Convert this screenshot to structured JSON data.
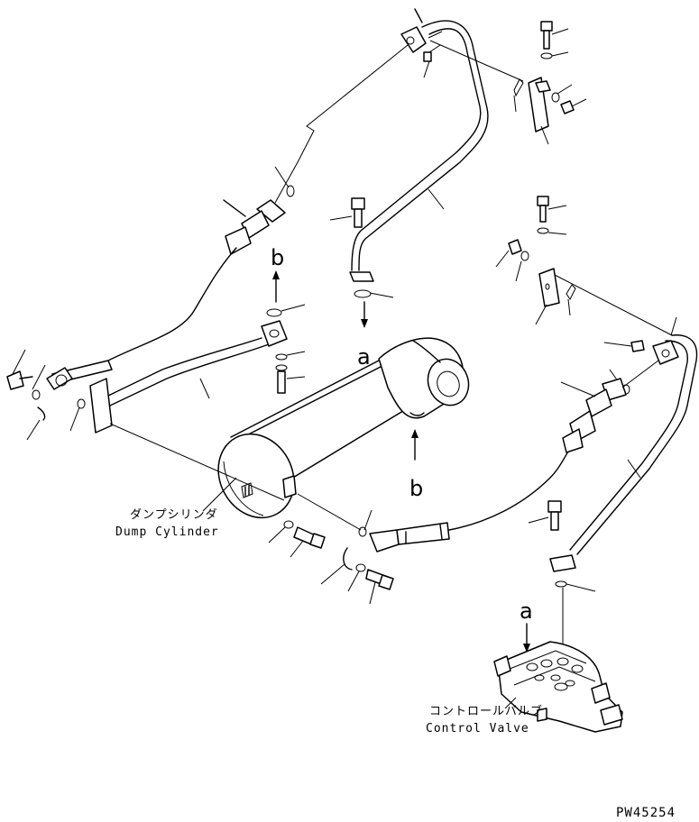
{
  "labels": {
    "dump_cylinder_jp": "ダンプシリンダ",
    "dump_cylinder_en": "Dump Cylinder",
    "control_valve_jp": "コントロールバルブ",
    "control_valve_en": "Control Valve"
  },
  "markers": {
    "b_upper": "b",
    "a_center": "a",
    "b_cylinder": "b",
    "a_valve": "a"
  },
  "drawing_code": "PW45254"
}
